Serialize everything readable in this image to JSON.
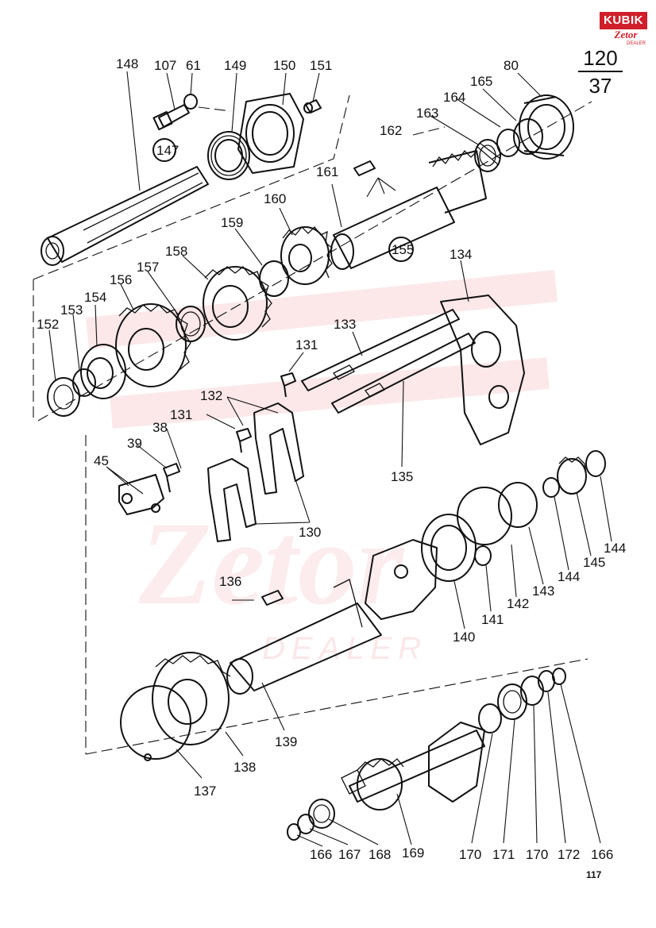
{
  "logo": {
    "top_text": "KUBIK",
    "brand": "Zetor",
    "sub": "DEALER"
  },
  "page_ref": {
    "numerator": "120",
    "denominator": "37"
  },
  "page_number": "117",
  "watermark": {
    "text": "Zetor",
    "sub": "DEALER",
    "color": "#e21f26"
  },
  "parts": {
    "148": "148",
    "107": "107",
    "61": "61",
    "149": "149",
    "150": "150",
    "151": "151",
    "80": "80",
    "165": "165",
    "164": "164",
    "163": "163",
    "162": "162",
    "161": "161",
    "160": "160",
    "159": "159",
    "158": "158",
    "157": "157",
    "156": "156",
    "154": "154",
    "153": "153",
    "152": "152",
    "147": "147",
    "155": "155",
    "134": "134",
    "133": "133",
    "131a": "131",
    "131b": "131",
    "132": "132",
    "38": "38",
    "39": "39",
    "45": "45",
    "130": "130",
    "135": "135",
    "136": "136",
    "139": "139",
    "138": "138",
    "137": "137",
    "140": "140",
    "141": "141",
    "142": "142",
    "143": "143",
    "144a": "144",
    "144b": "144",
    "145": "145",
    "166a": "166",
    "167": "167",
    "168": "168",
    "169": "169",
    "170a": "170",
    "171": "171",
    "170b": "170",
    "172": "172",
    "166b": "166"
  }
}
